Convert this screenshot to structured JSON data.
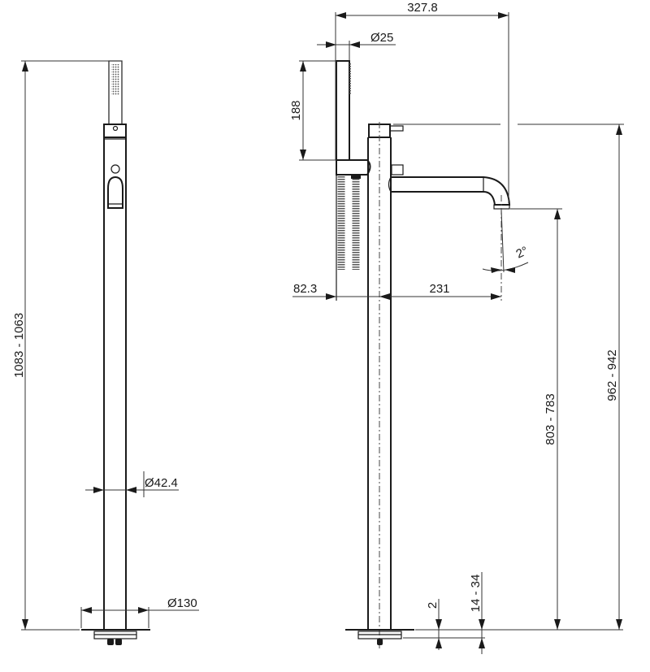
{
  "drawing": {
    "type": "technical-drawing",
    "subject": "Freestanding bath mixer with hand shower",
    "units": "mm",
    "colors": {
      "line": "#1a1a1a",
      "background": "#ffffff"
    }
  },
  "front_view": {
    "overall_height": "1083 - 1063",
    "pipe_diameter": "Ø42.4",
    "base_diameter": "Ø130"
  },
  "side_view": {
    "total_reach": "327.8",
    "handshower_diameter": "Ø25",
    "handshower_length": "188",
    "handshower_offset": "82.3",
    "spout_reach": "231",
    "spout_angle": "2°",
    "spout_height": "803 - 783",
    "lever_height": "962 - 942",
    "floor_thickness_gap": "2",
    "floor_adjustment": "14 - 34"
  }
}
